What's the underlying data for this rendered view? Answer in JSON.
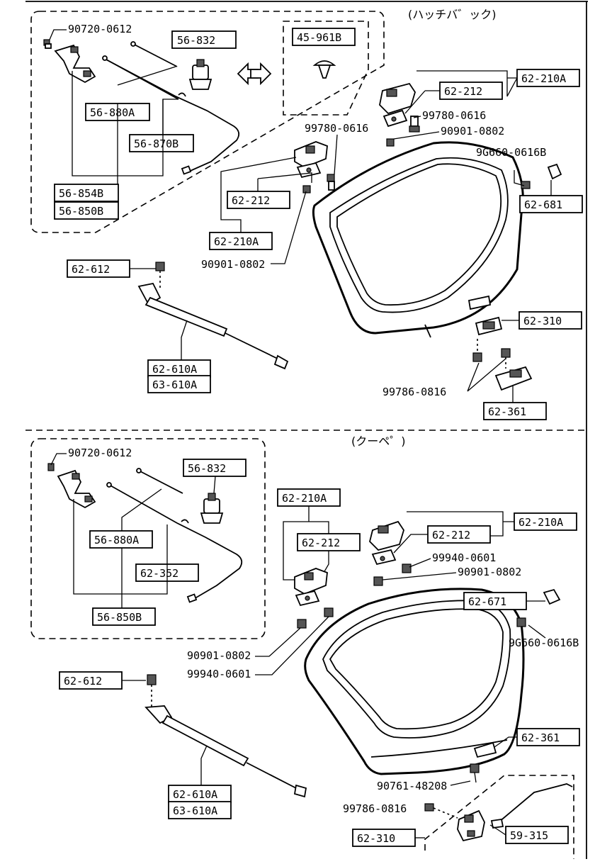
{
  "sections": {
    "hatchback": {
      "caption": "(ハッチバ゛ック)",
      "boxed_parts": [
        "56-832",
        "45-961B",
        "56-880A",
        "56-870B",
        "56-854B",
        "56-850B",
        "62-212",
        "62-210A",
        "62-612",
        "62-610A",
        "63-610A",
        "62-210A",
        "62-212",
        "62-681",
        "62-310",
        "62-361"
      ],
      "bolt_parts": [
        "90720-0612",
        "99780-0616",
        "90901-0802",
        "99780-0616",
        "90901-0802",
        "9G660-0616B",
        "99786-0816"
      ]
    },
    "coupe": {
      "caption": "(クーペ゜)",
      "boxed_parts": [
        "56-832",
        "56-880A",
        "62-352",
        "56-850B",
        "62-210A",
        "62-212",
        "62-210A",
        "62-212",
        "62-671",
        "62-612",
        "62-610A",
        "63-610A",
        "62-361",
        "62-310",
        "59-315"
      ],
      "bolt_parts": [
        "90720-0612",
        "99940-0601",
        "90901-0802",
        "90901-0802",
        "99940-0601",
        "9G660-0616B",
        "90761-48208",
        "99786-0816"
      ]
    }
  }
}
